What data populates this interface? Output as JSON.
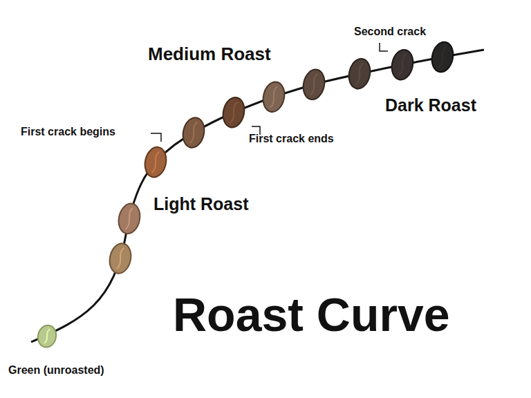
{
  "diagram": {
    "title": "Roast Curve",
    "labels": [
      "Second crack",
      "Medium Roast",
      "Dark Roast",
      "First crack begins",
      "First crack ends",
      "Light Roast",
      "Green (unroasted)"
    ]
  }
}
